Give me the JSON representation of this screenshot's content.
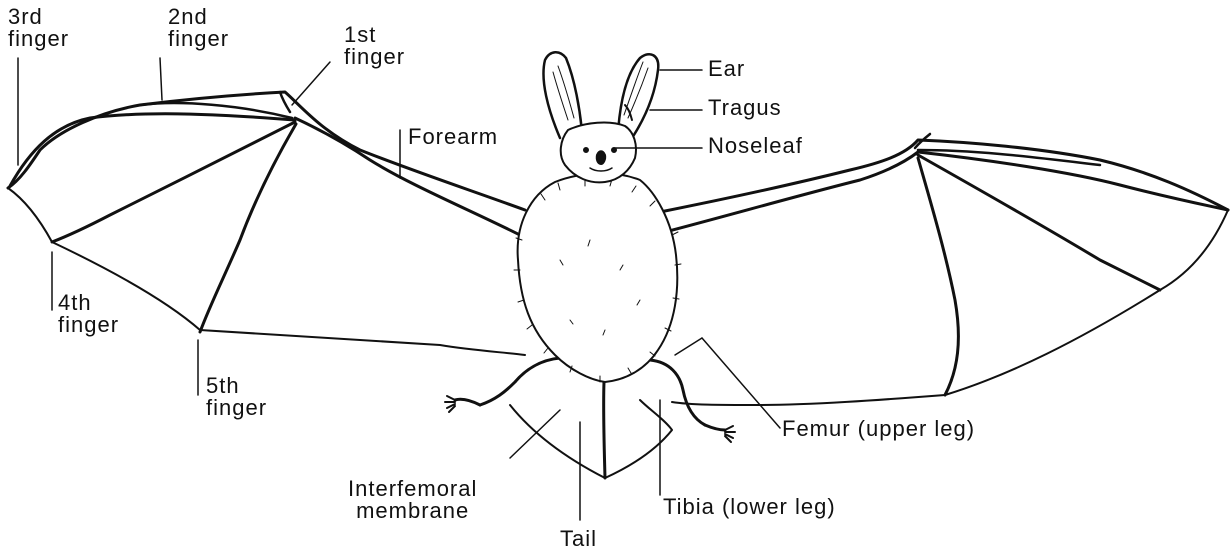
{
  "labels": {
    "third_finger": [
      "3rd",
      "finger"
    ],
    "second_finger": [
      "2nd",
      "finger"
    ],
    "first_finger": [
      "1st",
      "finger"
    ],
    "forearm": "Forearm",
    "ear": "Ear",
    "tragus": "Tragus",
    "noseleaf": "Noseleaf",
    "fourth_finger": [
      "4th",
      "finger"
    ],
    "fifth_finger": [
      "5th",
      "finger"
    ],
    "femur": "Femur (upper leg)",
    "interfemoral_membrane": [
      "Interfemoral",
      "membrane"
    ],
    "tibia": "Tibia (lower leg)",
    "tail": "Tail"
  },
  "colors": {
    "ink": "#111111",
    "fur": "#ffffff",
    "background": "#ffffff"
  }
}
